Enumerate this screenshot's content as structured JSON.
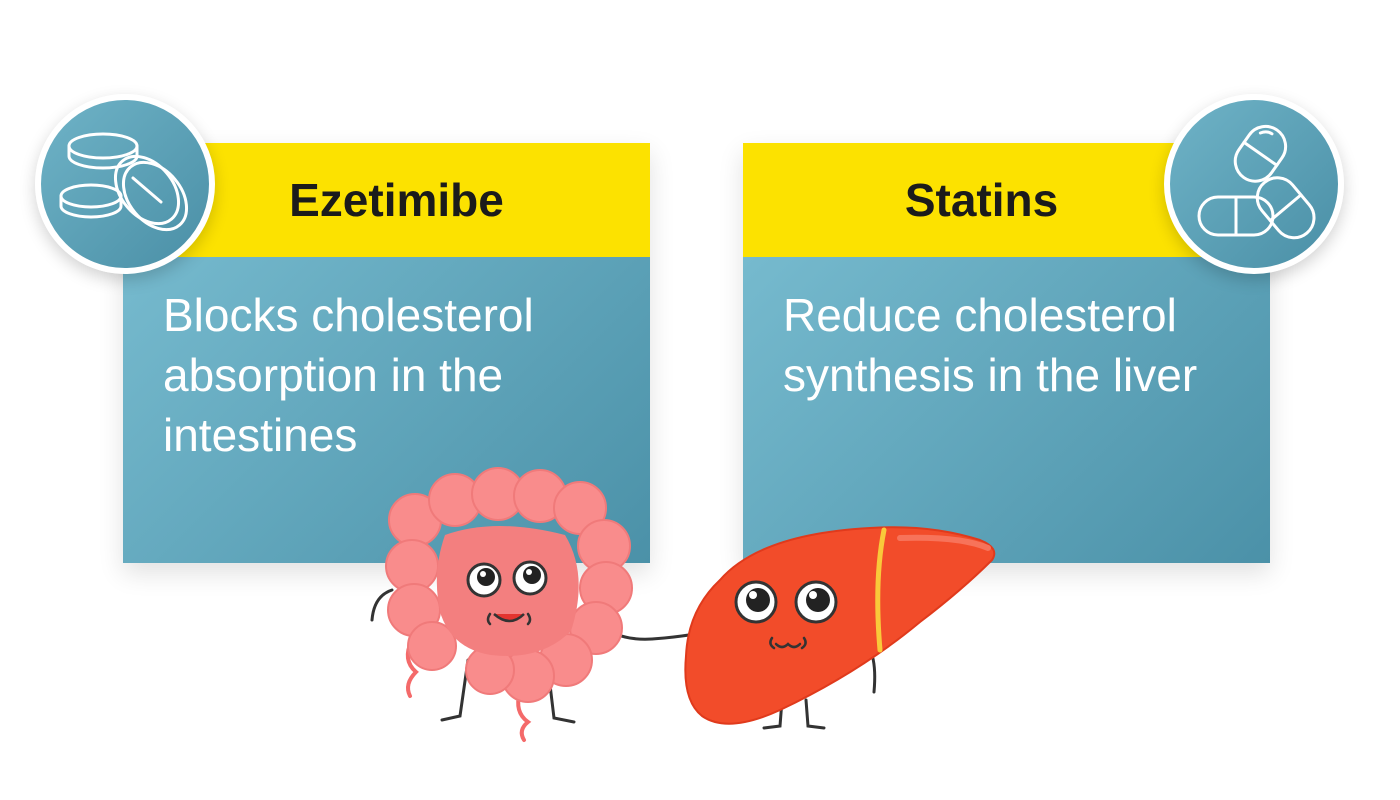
{
  "colors": {
    "header_yellow": "#fce200",
    "body_blue_light": "#73b8cc",
    "body_blue_dark": "#4a94ab",
    "intestine_pink": "#f98c8c",
    "liver_orange": "#f24c2a"
  },
  "cards": [
    {
      "title": "Ezetimibe",
      "description": "Blocks cholesterol absorption in the intestines",
      "icon": "tablets-icon"
    },
    {
      "title": "Statins",
      "description": "Reduce cholesterol synthesis in the liver",
      "icon": "capsules-icon"
    }
  ],
  "mascots": [
    "intestine-character",
    "liver-character"
  ]
}
